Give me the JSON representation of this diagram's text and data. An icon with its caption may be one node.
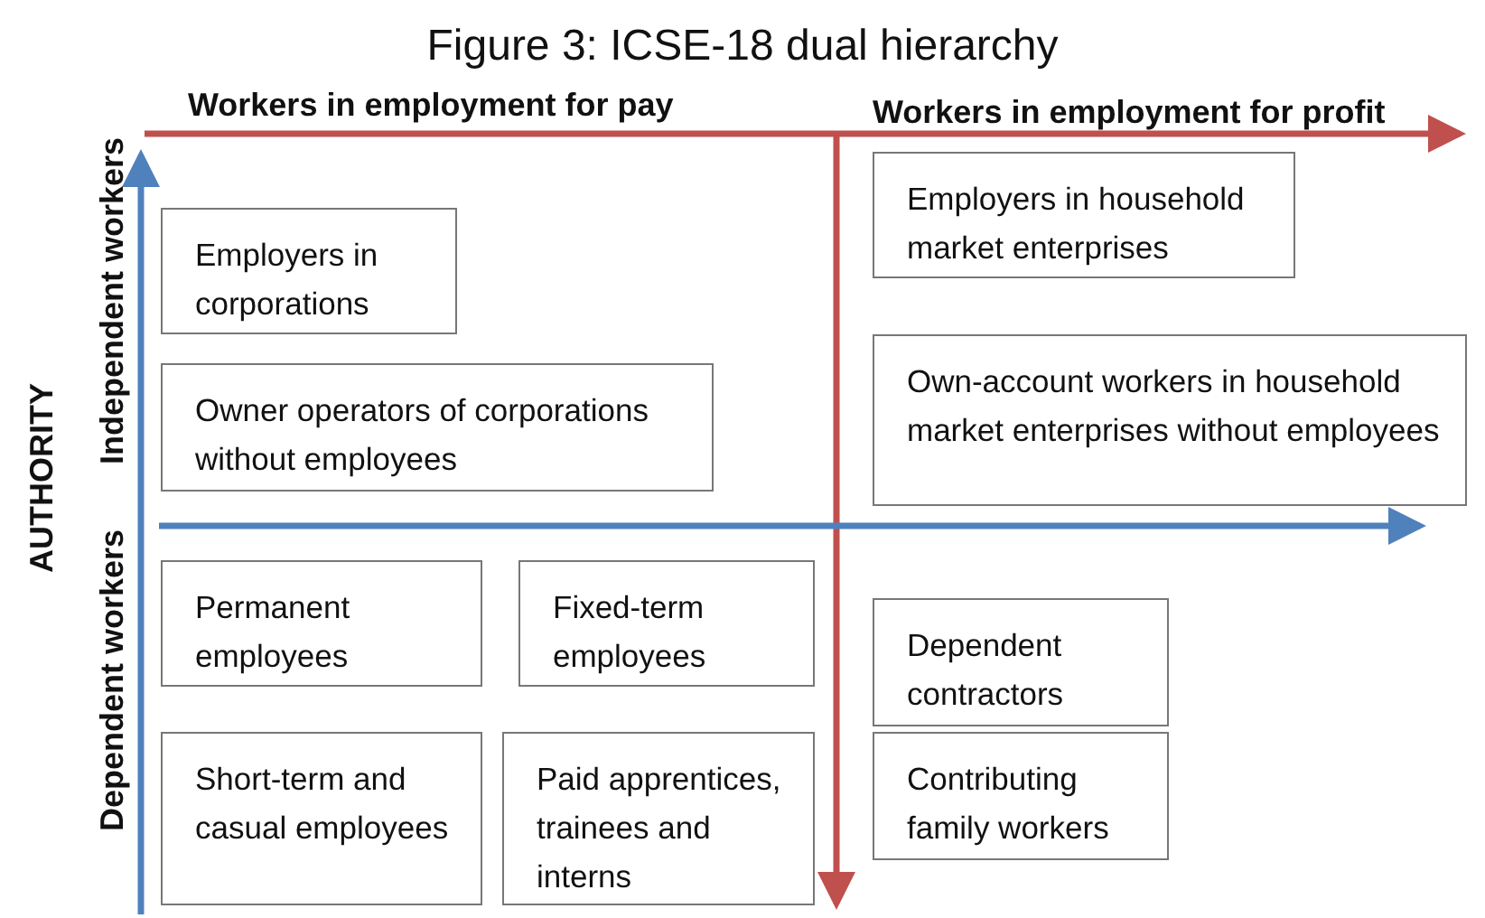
{
  "diagram": {
    "title": "Figure 3: ICSE-18 dual hierarchy",
    "nodes": [
      {
        "text": [
          "Employers in corporations"
        ]
      },
      {
        "text": [
          "Owner operators of corporations without employees"
        ]
      },
      {
        "text": [
          "Permanent employees"
        ]
      },
      {
        "text": [
          "Fixed-term employees"
        ]
      },
      {
        "text": [
          "Short-term and casual employees"
        ]
      },
      {
        "text": [
          "Paid apprentices, trainees and interns"
        ]
      },
      {
        "text": [
          "Employers in household market enterprises"
        ]
      },
      {
        "text": [
          "Own-account workers in household market enterprises without employees"
        ]
      },
      {
        "text": [
          "Dependent contractors"
        ]
      },
      {
        "text": [
          "Contributing family workers"
        ]
      }
    ],
    "labels": [
      "Workers in employment for pay",
      "Workers in employment for profit",
      "Independent workers",
      "Dependent workers",
      "AUTHORITY"
    ]
  }
}
